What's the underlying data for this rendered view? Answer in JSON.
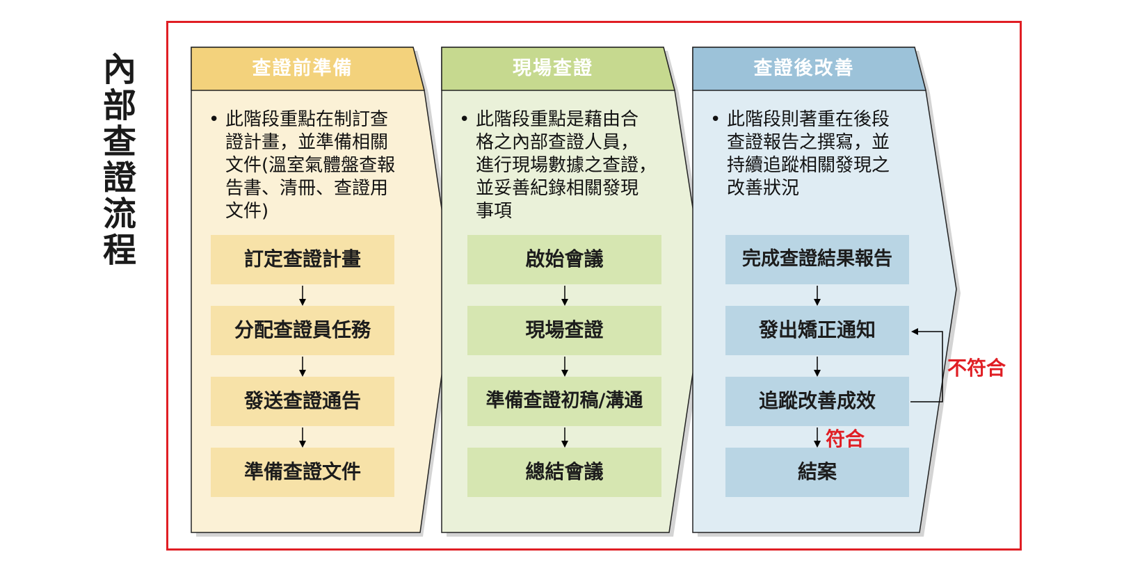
{
  "title": [
    "內",
    "部",
    "查",
    "證",
    "流",
    "程"
  ],
  "colors": {
    "frame": "#e01e24",
    "stage1_header": "#f3d27c",
    "stage1_body": "#fbf1d6",
    "stage1_box": "#f7e2a8",
    "stage2_header": "#c6d98f",
    "stage2_body": "#eaf1d9",
    "stage2_box": "#d6e6b1",
    "stage3_header": "#9cc2d9",
    "stage3_body": "#dfecf3",
    "stage3_box": "#b9d5e4",
    "note": "#e01e24"
  },
  "stages": [
    {
      "header": "查證前準備",
      "description": [
        "此階段重點在制訂查",
        "證計畫，並準備相關",
        "文件(溫室氣體盤查報",
        "告書、清冊、查證用",
        "文件)"
      ],
      "steps": [
        "訂定查證計畫",
        "分配查證員任務",
        "發送查證通告",
        "準備查證文件"
      ]
    },
    {
      "header": "現場查證",
      "description": [
        "此階段重點是藉由合",
        "格之內部查證人員，",
        "進行現場數據之查證，",
        "並妥善紀錄相關發現",
        "事項"
      ],
      "steps": [
        "啟始會議",
        "現場查證",
        "準備查證初稿/溝通",
        "總結會議"
      ]
    },
    {
      "header": "查證後改善",
      "description": [
        "此階段則著重在後段",
        "查證報告之撰寫，並",
        "持續追蹤相關發現之",
        "改善狀況"
      ],
      "steps": [
        "完成查證結果報告",
        "發出矯正通知",
        "追蹤改善成效",
        "結案"
      ]
    }
  ],
  "labels": {
    "nonconform": "不符合",
    "conform": "符合"
  }
}
